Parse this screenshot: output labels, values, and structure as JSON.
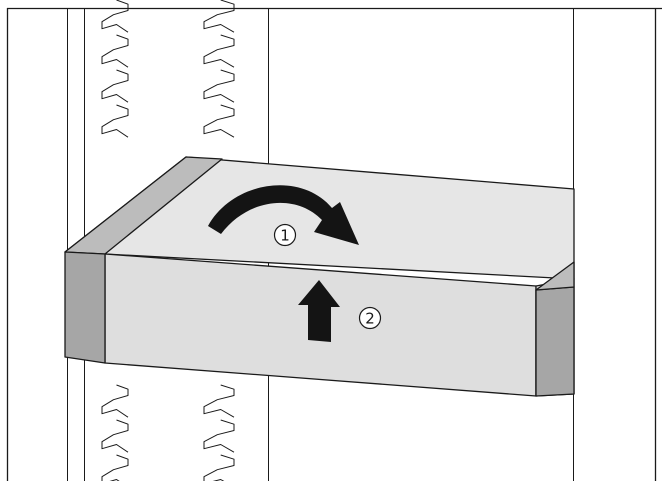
{
  "diagram": {
    "kind": "instruction-illustration",
    "subject": "shelf-removal",
    "colors": {
      "background": "#ffffff",
      "outline": "#1a1a1a",
      "shelf_face": "#dedede",
      "shelf_top": "#e6e6e6",
      "end_cap": "#a6a6a6",
      "end_cap_top": "#bcbcbc",
      "arrow": "#141414"
    },
    "steps": [
      {
        "label": "1",
        "motion": "rotate-forward",
        "icon": "curved-arrow-icon"
      },
      {
        "label": "2",
        "motion": "lift-up",
        "icon": "up-arrow-icon"
      }
    ]
  }
}
